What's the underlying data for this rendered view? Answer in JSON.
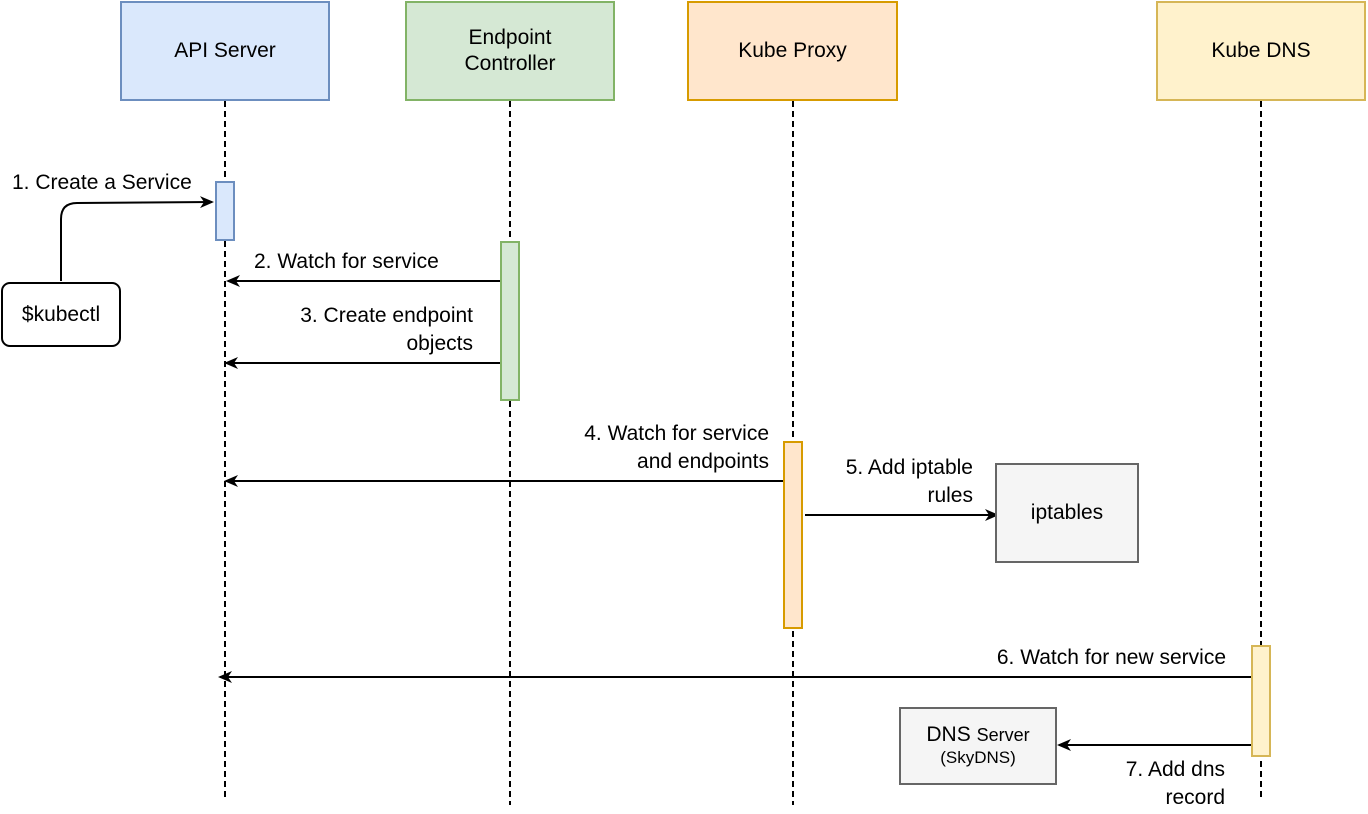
{
  "participants": {
    "api_server": "API Server",
    "endpoint_controller": "Endpoint\nController",
    "kube_proxy": "Kube Proxy",
    "kube_dns": "Kube DNS"
  },
  "actors": {
    "kubectl": "$kubectl",
    "iptables": "iptables",
    "dns_server_main": "DNS",
    "dns_server_small": "Server",
    "dns_server_sub": "(SkyDNS)"
  },
  "messages": {
    "m1": "1. Create a Service",
    "m2": "2. Watch for service",
    "m3": "3. Create endpoint\nobjects",
    "m4": "4. Watch for service\nand endpoints",
    "m5": "5. Add iptable\nrules",
    "m6": "6. Watch for new service",
    "m7": "7. Add dns\nrecord"
  },
  "colors": {
    "api_fill": "#dae8fc",
    "api_stroke": "#6c8ebf",
    "endpoint_fill": "#d5e8d4",
    "endpoint_stroke": "#82b366",
    "proxy_fill": "#ffe6cc",
    "proxy_stroke": "#d79b00",
    "dns_fill": "#fff2cc",
    "dns_stroke": "#d6b656",
    "external_fill": "#f5f5f5",
    "external_stroke": "#666666"
  }
}
